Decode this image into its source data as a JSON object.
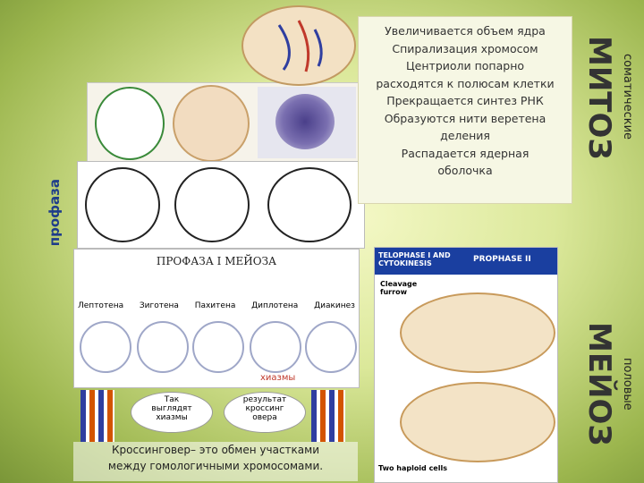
{
  "mitosis_box": {
    "lines": [
      "Увеличивается объем ядра",
      "Спирализация хромосом",
      "Центриоли попарно",
      "расходятся к полюсам клетки",
      "Прекращается синтез РНК",
      "Образуются нити веретена",
      "деления",
      "Распадается ядерная",
      "оболочка"
    ]
  },
  "side_labels": {
    "prophase": "профаза",
    "mitosis": "МИТОЗ",
    "somatic": "соматические",
    "meiosis": "МЕЙОЗ",
    "sexual": "половые"
  },
  "meiosis_diagram": {
    "title": "ПРОФАЗА I МЕЙОЗА",
    "stages": [
      "Лептотена",
      "Зиготена",
      "Пахитена",
      "Диплотена",
      "Диакинез"
    ],
    "chiasma": "хиазмы",
    "bubble_left": [
      "Так",
      "выглядят",
      "хиазмы"
    ],
    "bubble_right": [
      "результат",
      "кроссинг",
      "овера"
    ]
  },
  "crossing_caption": {
    "line1": "Кроссинговер– это обмен участками",
    "line2": "между гомологичными хромосомами."
  },
  "right_figure": {
    "header_left": "TELOPHASE I AND CYTOKINESIS",
    "header_right": "PROPHASE II",
    "label_furrow": "Cleavage furrow",
    "label_cells": "Two haploid cells"
  }
}
